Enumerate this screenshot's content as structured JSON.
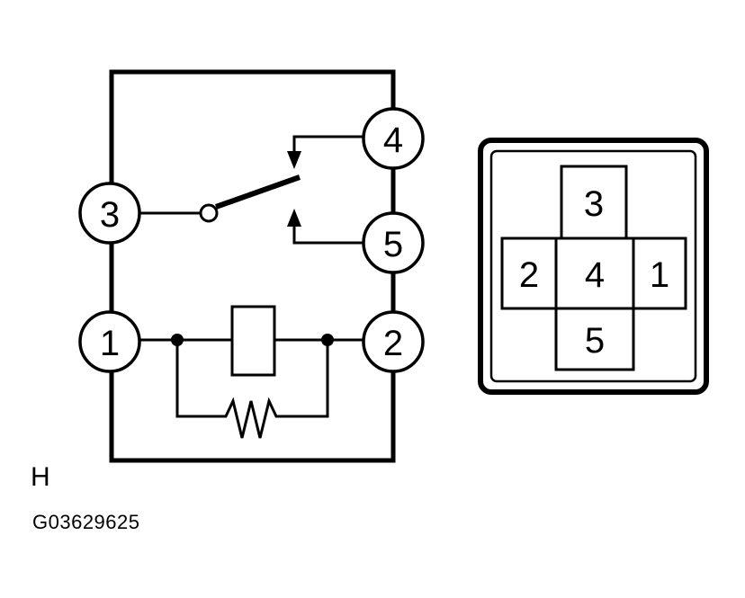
{
  "schematic": {
    "terminals": {
      "t1": "1",
      "t2": "2",
      "t3": "3",
      "t4": "4",
      "t5": "5"
    }
  },
  "connector": {
    "pins": {
      "top": "3",
      "left": "2",
      "center": "4",
      "right": "1",
      "bottom": "5"
    }
  },
  "footer": {
    "letter": "H",
    "figure_id": "G03629625"
  }
}
